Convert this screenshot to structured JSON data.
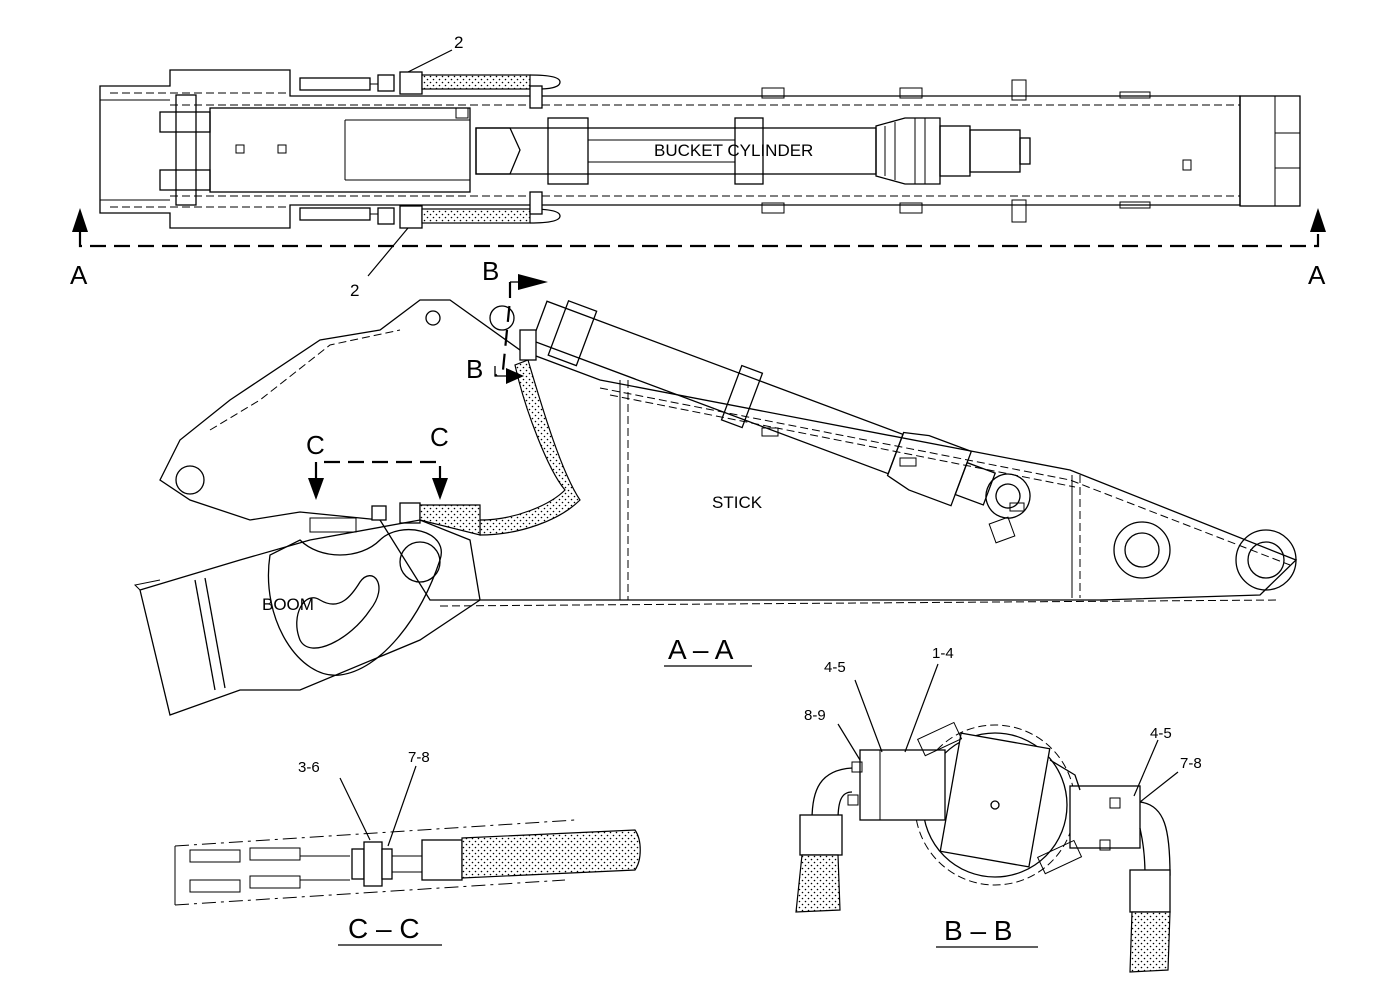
{
  "top_view": {
    "cylinder_label": "BUCKET CYLINDER",
    "callout_top": "2",
    "callout_bottom": "2",
    "section_letter_left": "A",
    "section_letter_right": "A"
  },
  "side_view": {
    "section_b_top": "B",
    "section_b_bottom": "B",
    "section_c_left": "C",
    "section_c_right": "C",
    "stick_label": "STICK",
    "boom_label": "BOOM",
    "title": "A – A"
  },
  "detail_c": {
    "title": "C – C",
    "callout_1": "3-6",
    "callout_2": "7-8"
  },
  "detail_b": {
    "title": "B – B",
    "callout_1": "4-5",
    "callout_2": "1-4",
    "callout_3": "8-9",
    "callout_4": "4-5",
    "callout_5": "7-8"
  }
}
